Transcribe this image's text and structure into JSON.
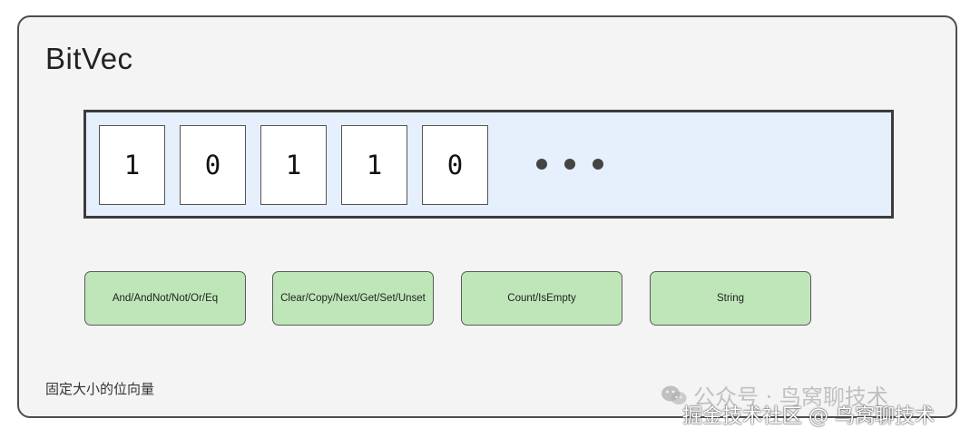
{
  "title": "BitVec",
  "bits": [
    "1",
    "0",
    "1",
    "1",
    "0"
  ],
  "ellipsis_icon": "three-dots-ellipsis",
  "operations": [
    "And/AndNot/Not/Or/Eq",
    "Clear/Copy/Next/Get/Set/Unset",
    "Count/IsEmpty",
    "String"
  ],
  "caption": "固定大小的位向量",
  "watermark": {
    "icon": "wechat-icon",
    "line1": "公众号 · 鸟窝聊技术",
    "line2": "掘金技术社区 @ 鸟窝聊技术"
  },
  "colors": {
    "frame_bg": "#f4f4f4",
    "bit_container_bg": "#e6f0fc",
    "operation_bg": "#bfe6b9"
  }
}
